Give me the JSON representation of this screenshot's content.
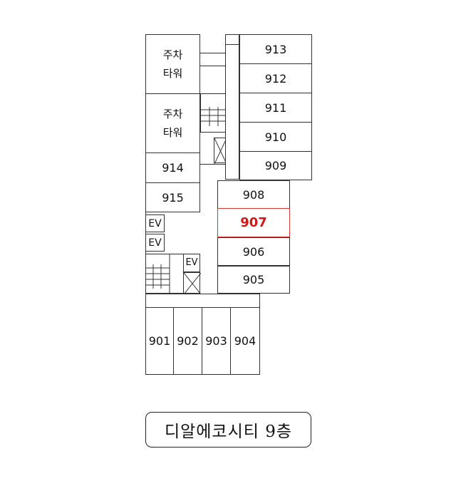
{
  "rooms": {
    "r913": "913",
    "r912": "912",
    "r911": "911",
    "r910": "910",
    "r909": "909",
    "r908": "908",
    "r907": "907",
    "r906": "906",
    "r905": "905",
    "r914": "914",
    "r915": "915",
    "r901": "901",
    "r902": "902",
    "r903": "903",
    "r904": "904"
  },
  "parking": {
    "tower1": [
      "주차",
      "타워"
    ],
    "tower2": [
      "주차",
      "타워"
    ]
  },
  "elevators": {
    "ev1": "EV",
    "ev2": "EV",
    "ev3": "EV"
  },
  "highlight": {
    "room": "907",
    "color": "#d01818"
  },
  "title": "디알에코시티 9층"
}
